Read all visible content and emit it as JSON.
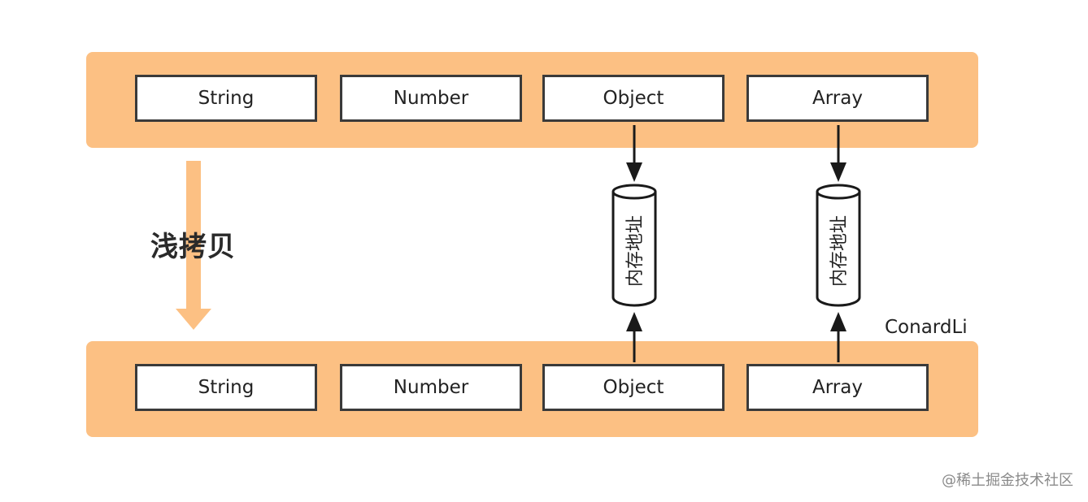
{
  "top_row": {
    "cells": [
      "String",
      "Number",
      "Object",
      "Array"
    ]
  },
  "bottom_row": {
    "cells": [
      "String",
      "Number",
      "Object",
      "Array"
    ]
  },
  "memory_address": [
    "内存地址",
    "内存地址"
  ],
  "shallow_copy_label": "浅拷贝",
  "author": "ConardLi",
  "watermark": "@稀土掘金技术社区",
  "colors": {
    "band": "#fcc083",
    "arrow": "#fcc083",
    "stroke": "#3a3a3a"
  }
}
